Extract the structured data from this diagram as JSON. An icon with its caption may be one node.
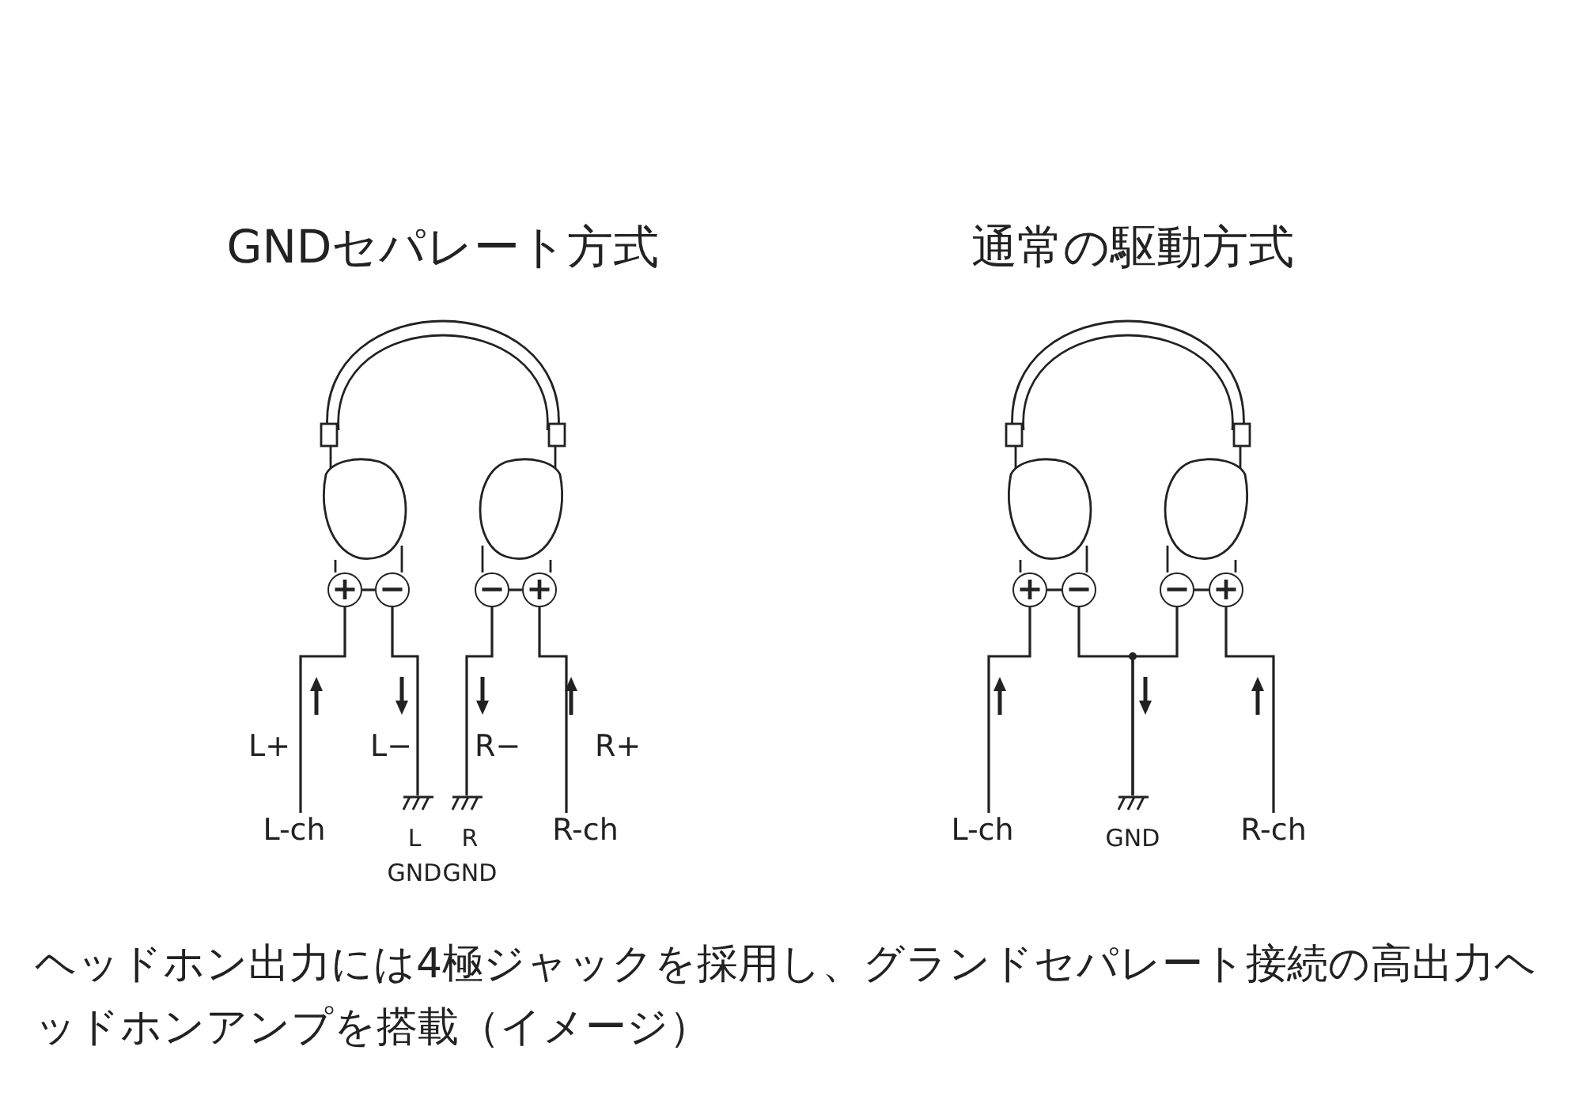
{
  "diagram": {
    "caption": "ヘッドホン出力には4極ジャックを採用し、グランドセパレート接続の高出力ヘッドホンアンプを搭載（イメージ）",
    "nodes": [
      {
        "text": [
          "+"
        ]
      },
      {
        "text": [
          "−"
        ]
      },
      {
        "text": [
          "−"
        ]
      },
      {
        "text": [
          "+"
        ]
      },
      {
        "text": [
          "L-ch"
        ]
      },
      {
        "text": [
          "L GND"
        ]
      },
      {
        "text": [
          "R GND"
        ]
      },
      {
        "text": [
          "R-ch"
        ]
      },
      {
        "text": [
          "+"
        ]
      },
      {
        "text": [
          "−"
        ]
      },
      {
        "text": [
          "−"
        ]
      },
      {
        "text": [
          "+"
        ]
      },
      {
        "text": [
          "L-ch"
        ]
      },
      {
        "text": [
          "GND"
        ]
      },
      {
        "text": [
          "R-ch"
        ]
      }
    ],
    "edges": [
      {
        "from": 0,
        "to": 4,
        "arrow": "none",
        "label": "L+"
      },
      {
        "from": 1,
        "to": 5,
        "arrow": "none",
        "label": "L−"
      },
      {
        "from": 2,
        "to": 6,
        "arrow": "none",
        "label": "R−"
      },
      {
        "from": 3,
        "to": 7,
        "arrow": "none",
        "label": "R+"
      },
      {
        "from": 8,
        "to": 12,
        "arrow": "none"
      },
      {
        "from": 9,
        "to": 13,
        "arrow": "none"
      },
      {
        "from": 10,
        "to": 13,
        "arrow": "none"
      },
      {
        "from": 11,
        "to": 14,
        "arrow": "none"
      },
      {
        "from": 0,
        "to": 1,
        "arrow": "none"
      },
      {
        "from": 2,
        "to": 3,
        "arrow": "none"
      },
      {
        "from": 8,
        "to": 9,
        "arrow": "none"
      },
      {
        "from": 10,
        "to": 11,
        "arrow": "none"
      }
    ],
    "labels": [
      "GNDセパレート方式",
      "通常の駆動方式"
    ]
  }
}
